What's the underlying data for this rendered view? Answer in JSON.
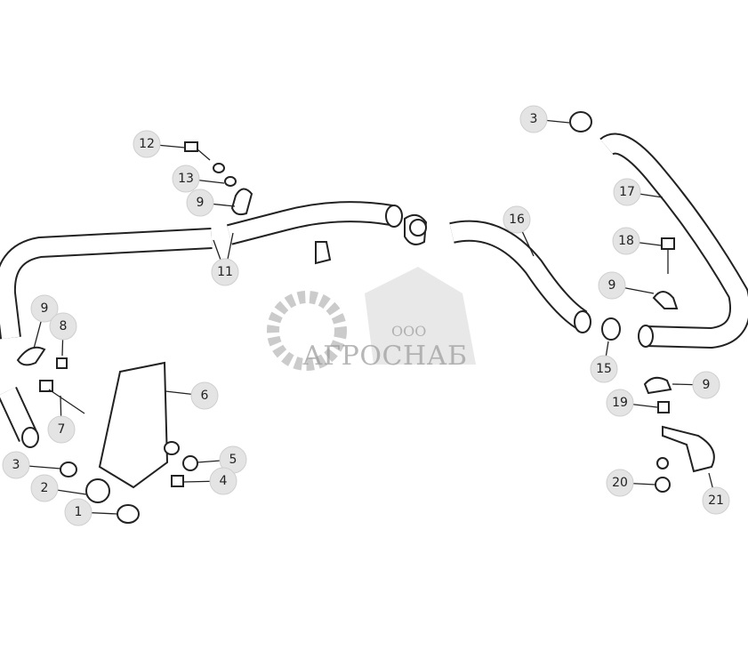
{
  "diagram": {
    "callouts": [
      "12",
      "13",
      "9",
      "11",
      "9",
      "8",
      "7",
      "6",
      "5",
      "4",
      "3",
      "2",
      "1",
      "3",
      "17",
      "16",
      "18",
      "9",
      "15",
      "9",
      "19",
      "20",
      "21"
    ]
  },
  "watermark": {
    "prefix": "ООО",
    "name": "АГРОСНАБ"
  }
}
